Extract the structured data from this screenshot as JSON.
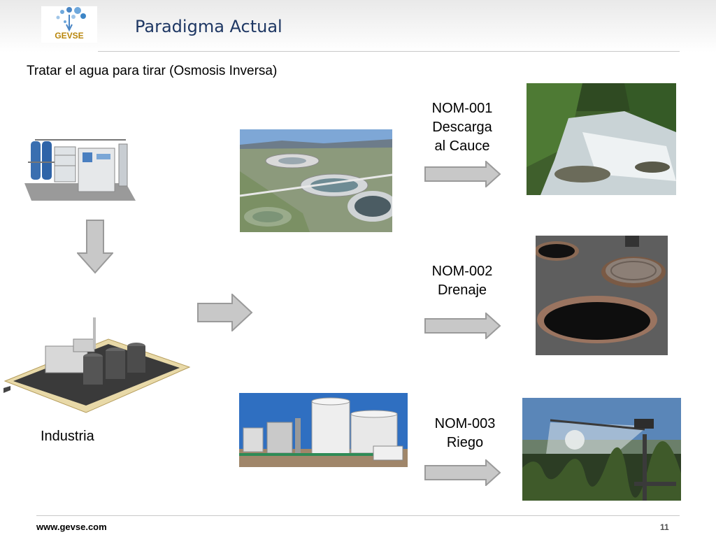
{
  "header": {
    "logo_text": "GEVSE",
    "title": "Paradigma Actual"
  },
  "subtitle": "Tratar el agua para tirar (Osmosis Inversa)",
  "labels": {
    "industry": "Industria",
    "nom001": "NOM-001\nDescarga\nal Cauce",
    "nom002": "NOM-002\nDrenaje",
    "nom003": "NOM-003\nRiego"
  },
  "footer": {
    "url": "www.gevse.com",
    "page": "11"
  },
  "colors": {
    "title": "#1f3864",
    "arrow_fill": "#c8c8c8",
    "arrow_stroke": "#9a9a9a"
  },
  "images": [
    "reverse-osmosis-plant",
    "industry-plant-3d",
    "wastewater-treatment-plant",
    "storage-tanks",
    "river",
    "manholes",
    "irrigation-sprinkler"
  ]
}
